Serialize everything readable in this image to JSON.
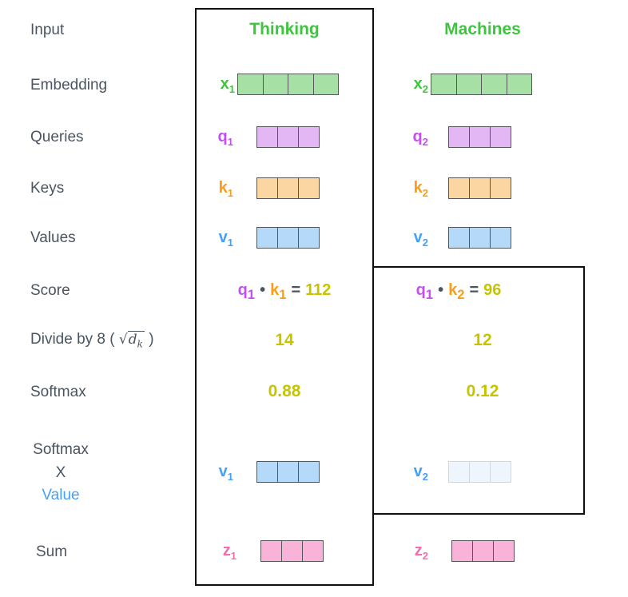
{
  "colors": {
    "rail_label": "#4a5561",
    "green": "#3fc43f",
    "green_fill": "#a6e0a4",
    "purple": "#c44ff2",
    "purple_fill": "#e3b6f4",
    "orange": "#f99d1b",
    "orange_fill": "#fbd5a2",
    "blue": "#45a1f7",
    "blue_fill": "#b5d9f8",
    "blue_faded_fill": "#eff5fc",
    "pink": "#f06fad",
    "pink_fill": "#fab3d8",
    "olive_number": "#c6c400",
    "cell_border": "#55565a",
    "frame_border": "#0f0f0f"
  },
  "rail": {
    "input": "Input",
    "embedding": "Embedding",
    "queries": "Queries",
    "keys": "Keys",
    "values": "Values",
    "score": "Score",
    "divide": {
      "text_before": "Divide by 8 (",
      "sqrt_symbol": "√",
      "radicand": "d",
      "radicand_sub": "k",
      "text_after": ")"
    },
    "softmax": "Softmax",
    "softmax_x_value": {
      "line1": "Softmax",
      "line2": "X",
      "line3": "Value"
    },
    "sum": "Sum"
  },
  "columns": {
    "col1": {
      "header": "Thinking"
    },
    "col2": {
      "header": "Machines"
    }
  },
  "vectors": {
    "x1": {
      "base": "x",
      "sub": "1",
      "cells": 4
    },
    "x2": {
      "base": "x",
      "sub": "2",
      "cells": 4
    },
    "q1": {
      "base": "q",
      "sub": "1",
      "cells": 3
    },
    "q2": {
      "base": "q",
      "sub": "2",
      "cells": 3
    },
    "k1": {
      "base": "k",
      "sub": "1",
      "cells": 3
    },
    "k2": {
      "base": "k",
      "sub": "2",
      "cells": 3
    },
    "v1": {
      "base": "v",
      "sub": "1",
      "cells": 3
    },
    "v2": {
      "base": "v",
      "sub": "2",
      "cells": 3
    },
    "v1_weighted": {
      "base": "v",
      "sub": "1",
      "cells": 3
    },
    "v2_weighted": {
      "base": "v",
      "sub": "2",
      "cells": 3
    },
    "z1": {
      "base": "z",
      "sub": "1",
      "cells": 3
    },
    "z2": {
      "base": "z",
      "sub": "2",
      "cells": 3
    }
  },
  "score_row": {
    "col1": {
      "q_base": "q",
      "q_sub": "1",
      "dot": "•",
      "k_base": "k",
      "k_sub": "1",
      "equals": "=",
      "result": "112"
    },
    "col2": {
      "q_base": "q",
      "q_sub": "1",
      "dot": "•",
      "k_base": "k",
      "k_sub": "2",
      "equals": "=",
      "result": "96"
    }
  },
  "divide_row": {
    "col1": "14",
    "col2": "12"
  },
  "softmax_row": {
    "col1": "0.88",
    "col2": "0.12"
  }
}
